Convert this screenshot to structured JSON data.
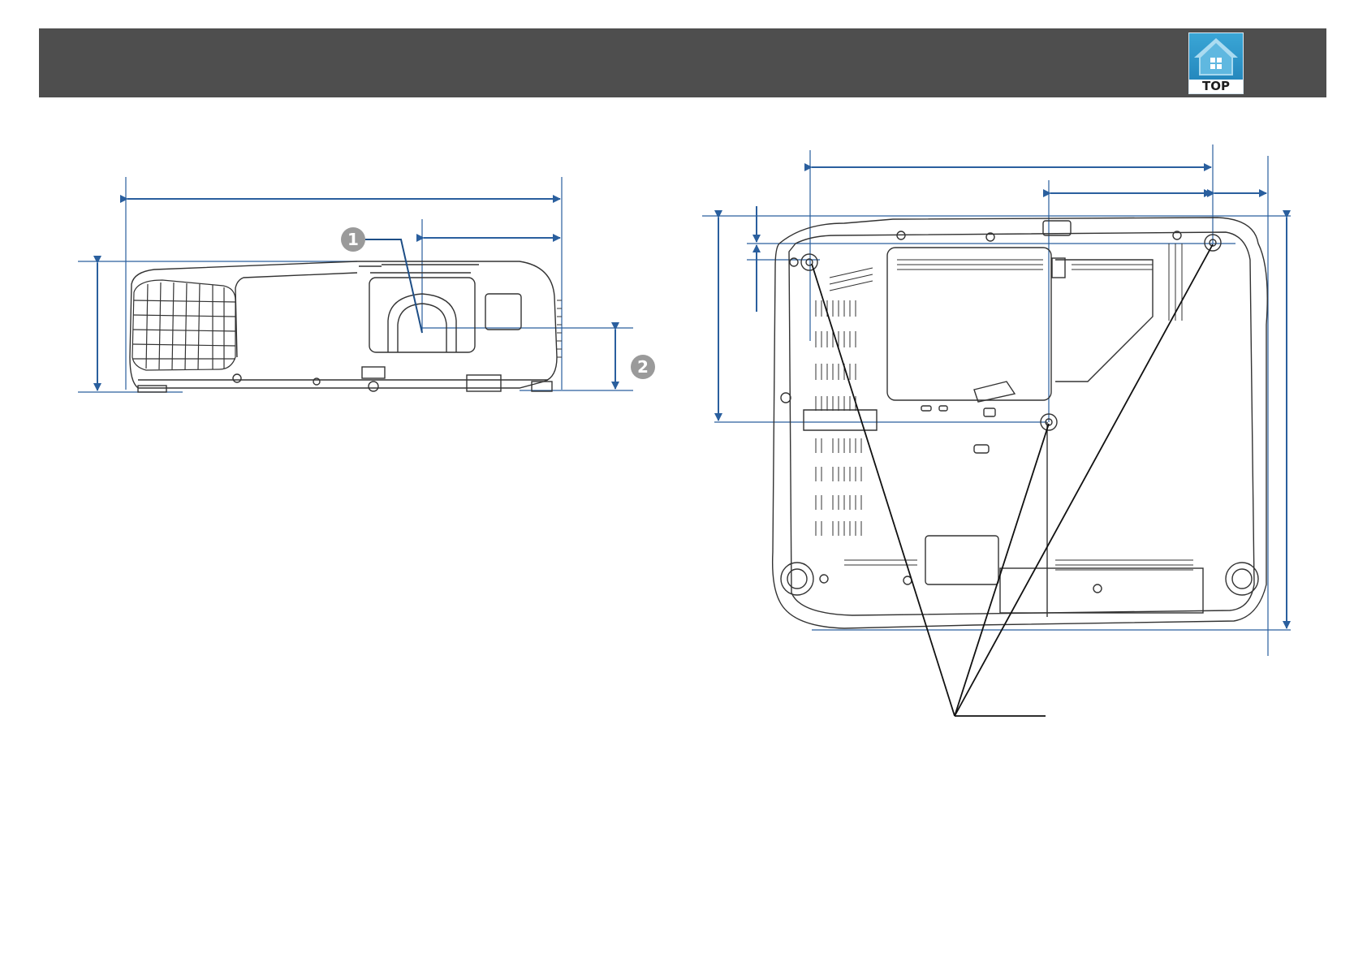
{
  "header": {
    "top_button_label": "TOP",
    "top_button_icon": "house-icon"
  },
  "callouts": {
    "one": "1",
    "two": "2"
  },
  "colors": {
    "header_bg": "#4e4e4e",
    "dimension_arrow": "#2a5f9e",
    "callout_circle": "#9a9a9a",
    "outline": "#333333"
  }
}
